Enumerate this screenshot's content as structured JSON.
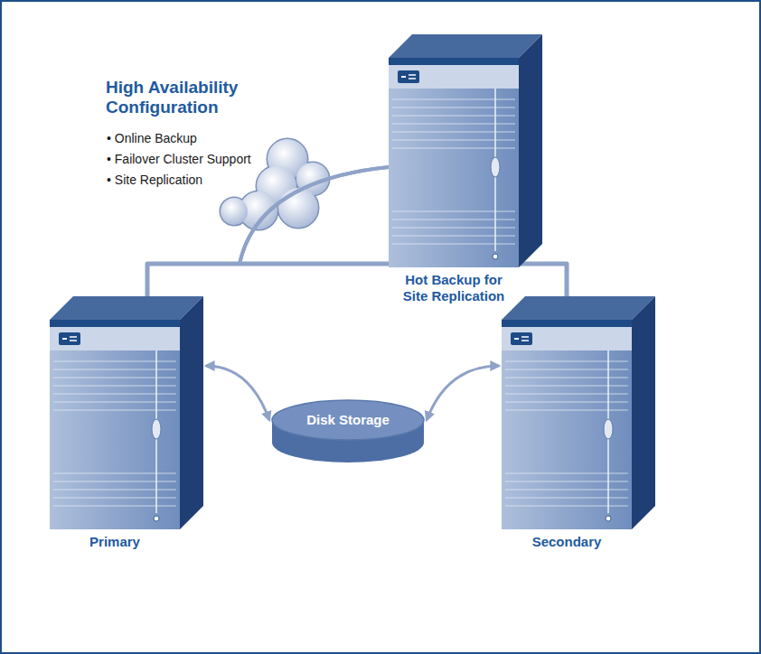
{
  "diagram": {
    "title": "High Availability Configuration",
    "nodes": [
      {
        "text": [
          "Hot Backup for Site Replication"
        ]
      },
      {
        "text": [
          "Primary"
        ]
      },
      {
        "text": [
          "Disk Storage"
        ]
      },
      {
        "text": [
          "Secondary"
        ]
      }
    ],
    "edges": [
      {
        "from": 0,
        "to": 1,
        "arrow": "none"
      },
      {
        "from": 0,
        "to": 3,
        "arrow": "none"
      },
      {
        "from": 1,
        "to": 3,
        "arrow": "none"
      },
      {
        "from": 1,
        "to": 2,
        "arrow": "both"
      },
      {
        "from": 3,
        "to": 2,
        "arrow": "both"
      }
    ],
    "labels": [
      "• Online Backup",
      "• Failover Cluster Support",
      "• Site Replication"
    ]
  }
}
